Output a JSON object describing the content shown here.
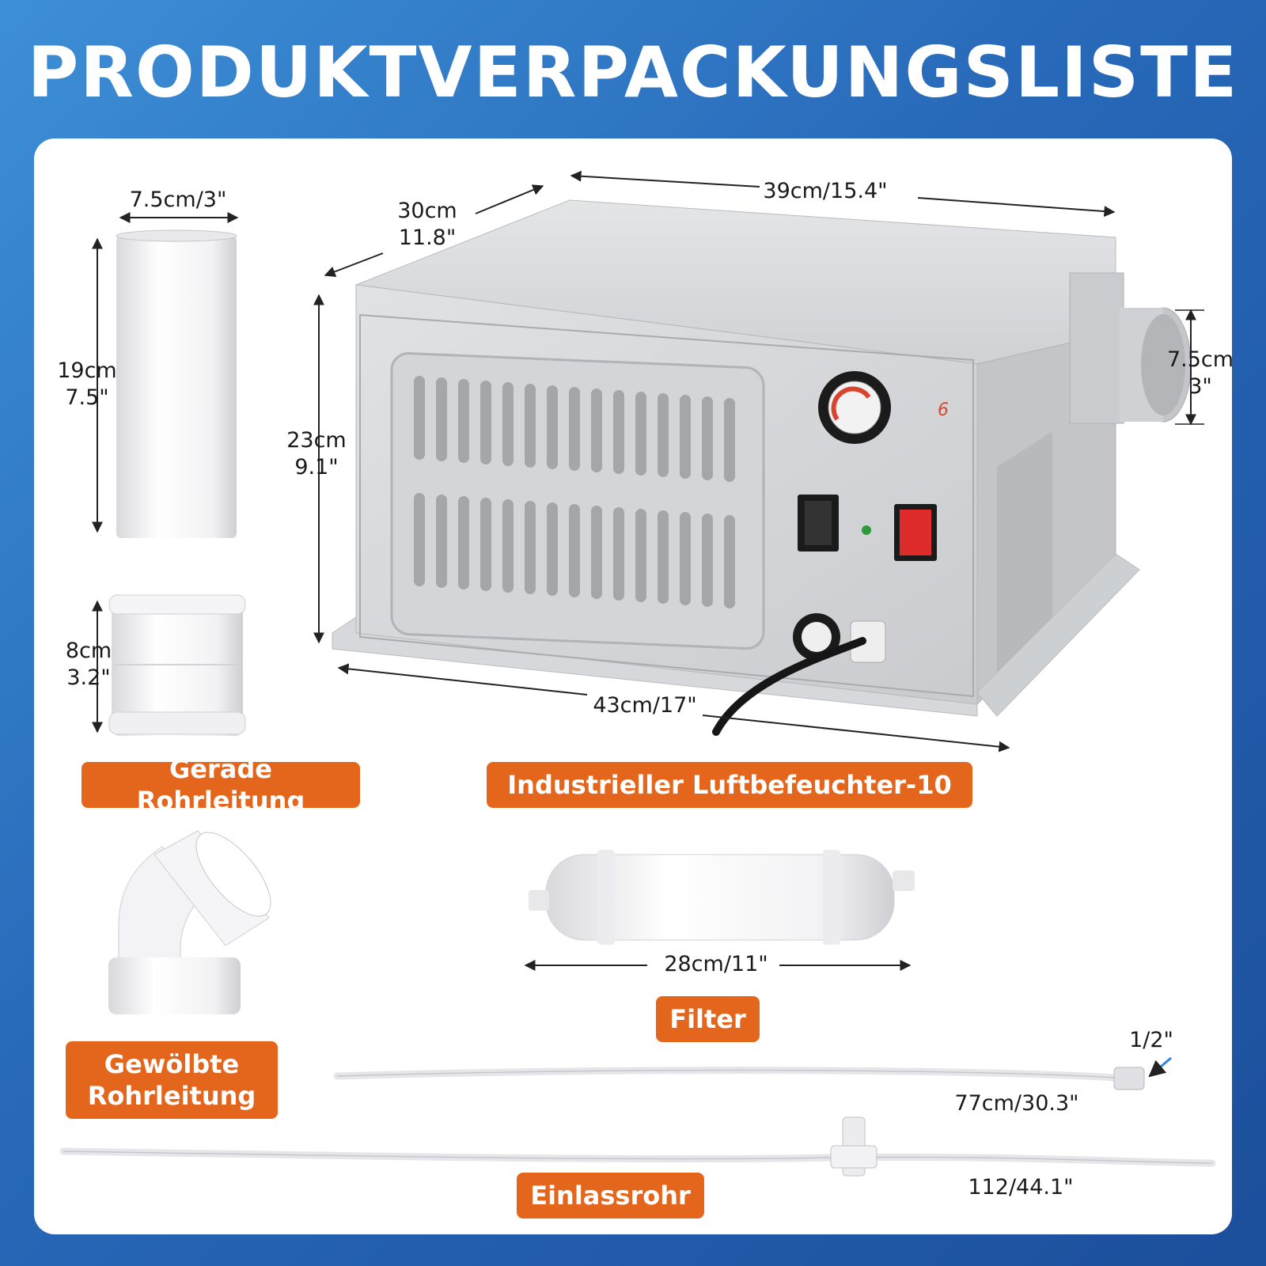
{
  "title": "PRODUKTVERPACKUNGSLISTE",
  "colors": {
    "accent": "#e3661c",
    "background": "#2768b8",
    "panel": "#ffffff"
  },
  "items": {
    "straight_pipe": {
      "label": "Gerade Rohrleitung",
      "width": "7.5cm/3\"",
      "height_cm": "19cm",
      "height_in": "7.5\""
    },
    "coupling": {
      "height_cm": "8cm",
      "height_in": "3.2\""
    },
    "humidifier": {
      "label": "Industrieller Luftbefeuchter-10",
      "width": "39cm/15.4\"",
      "depth_cm": "30cm",
      "depth_in": "11.8\"",
      "height_cm": "23cm",
      "height_in": "9.1\"",
      "outlet_cm": "7.5cm",
      "outlet_in": "3\"",
      "base_width": "43cm/17\"",
      "knob_mark": "6"
    },
    "elbow_pipe": {
      "label_line1": "Gewölbte",
      "label_line2": "Rohrleitung"
    },
    "filter": {
      "label": "Filter",
      "length": "28cm/11\""
    },
    "hose_upper": {
      "length": "77cm/30.3\"",
      "fitting": "1/2\""
    },
    "hose_lower": {
      "label": "Einlassrohr",
      "length": "112/44.1\""
    }
  }
}
